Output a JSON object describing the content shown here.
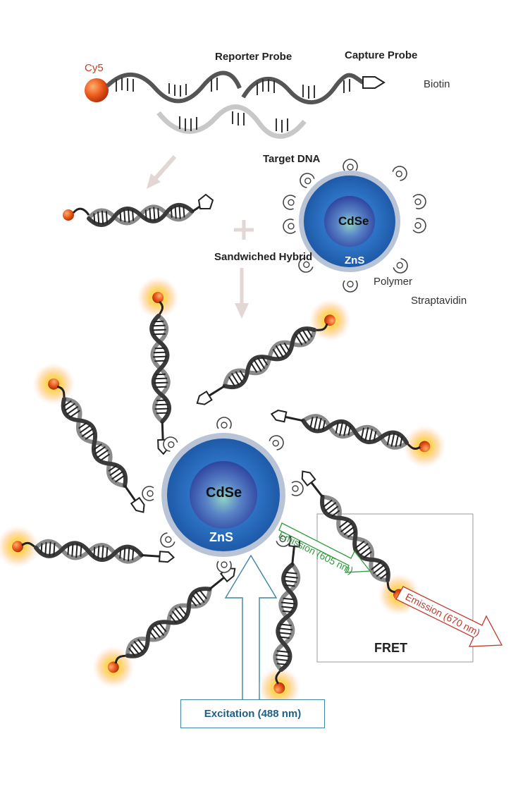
{
  "labels": {
    "cy5": "Cy5",
    "reporter_probe": "Reporter Probe",
    "capture_probe": "Capture Probe",
    "biotin": "Biotin",
    "target_dna": "Target DNA",
    "sandwiched_hybrid": "Sandwiched Hybrid",
    "polymer": "Polymer",
    "streptavidin": "Straptavidin",
    "core": "CdSe",
    "shell": "ZnS",
    "emission_qd": "Emission (605 nm)",
    "emission_dye": "Emission (670 nm)",
    "fret": "FRET",
    "excitation": "Excitation (488 nm)"
  },
  "colors": {
    "dye": "#e8561f",
    "dye_glow": "#ffc94a",
    "core_inner": "#2f4fa5",
    "shell_blue": "#2f6fbe",
    "polymer_ring": "#b8c4d6",
    "emission_green": "#2f9a3e",
    "emission_red": "#c0392b",
    "excitation_blue": "#3f83a6"
  }
}
